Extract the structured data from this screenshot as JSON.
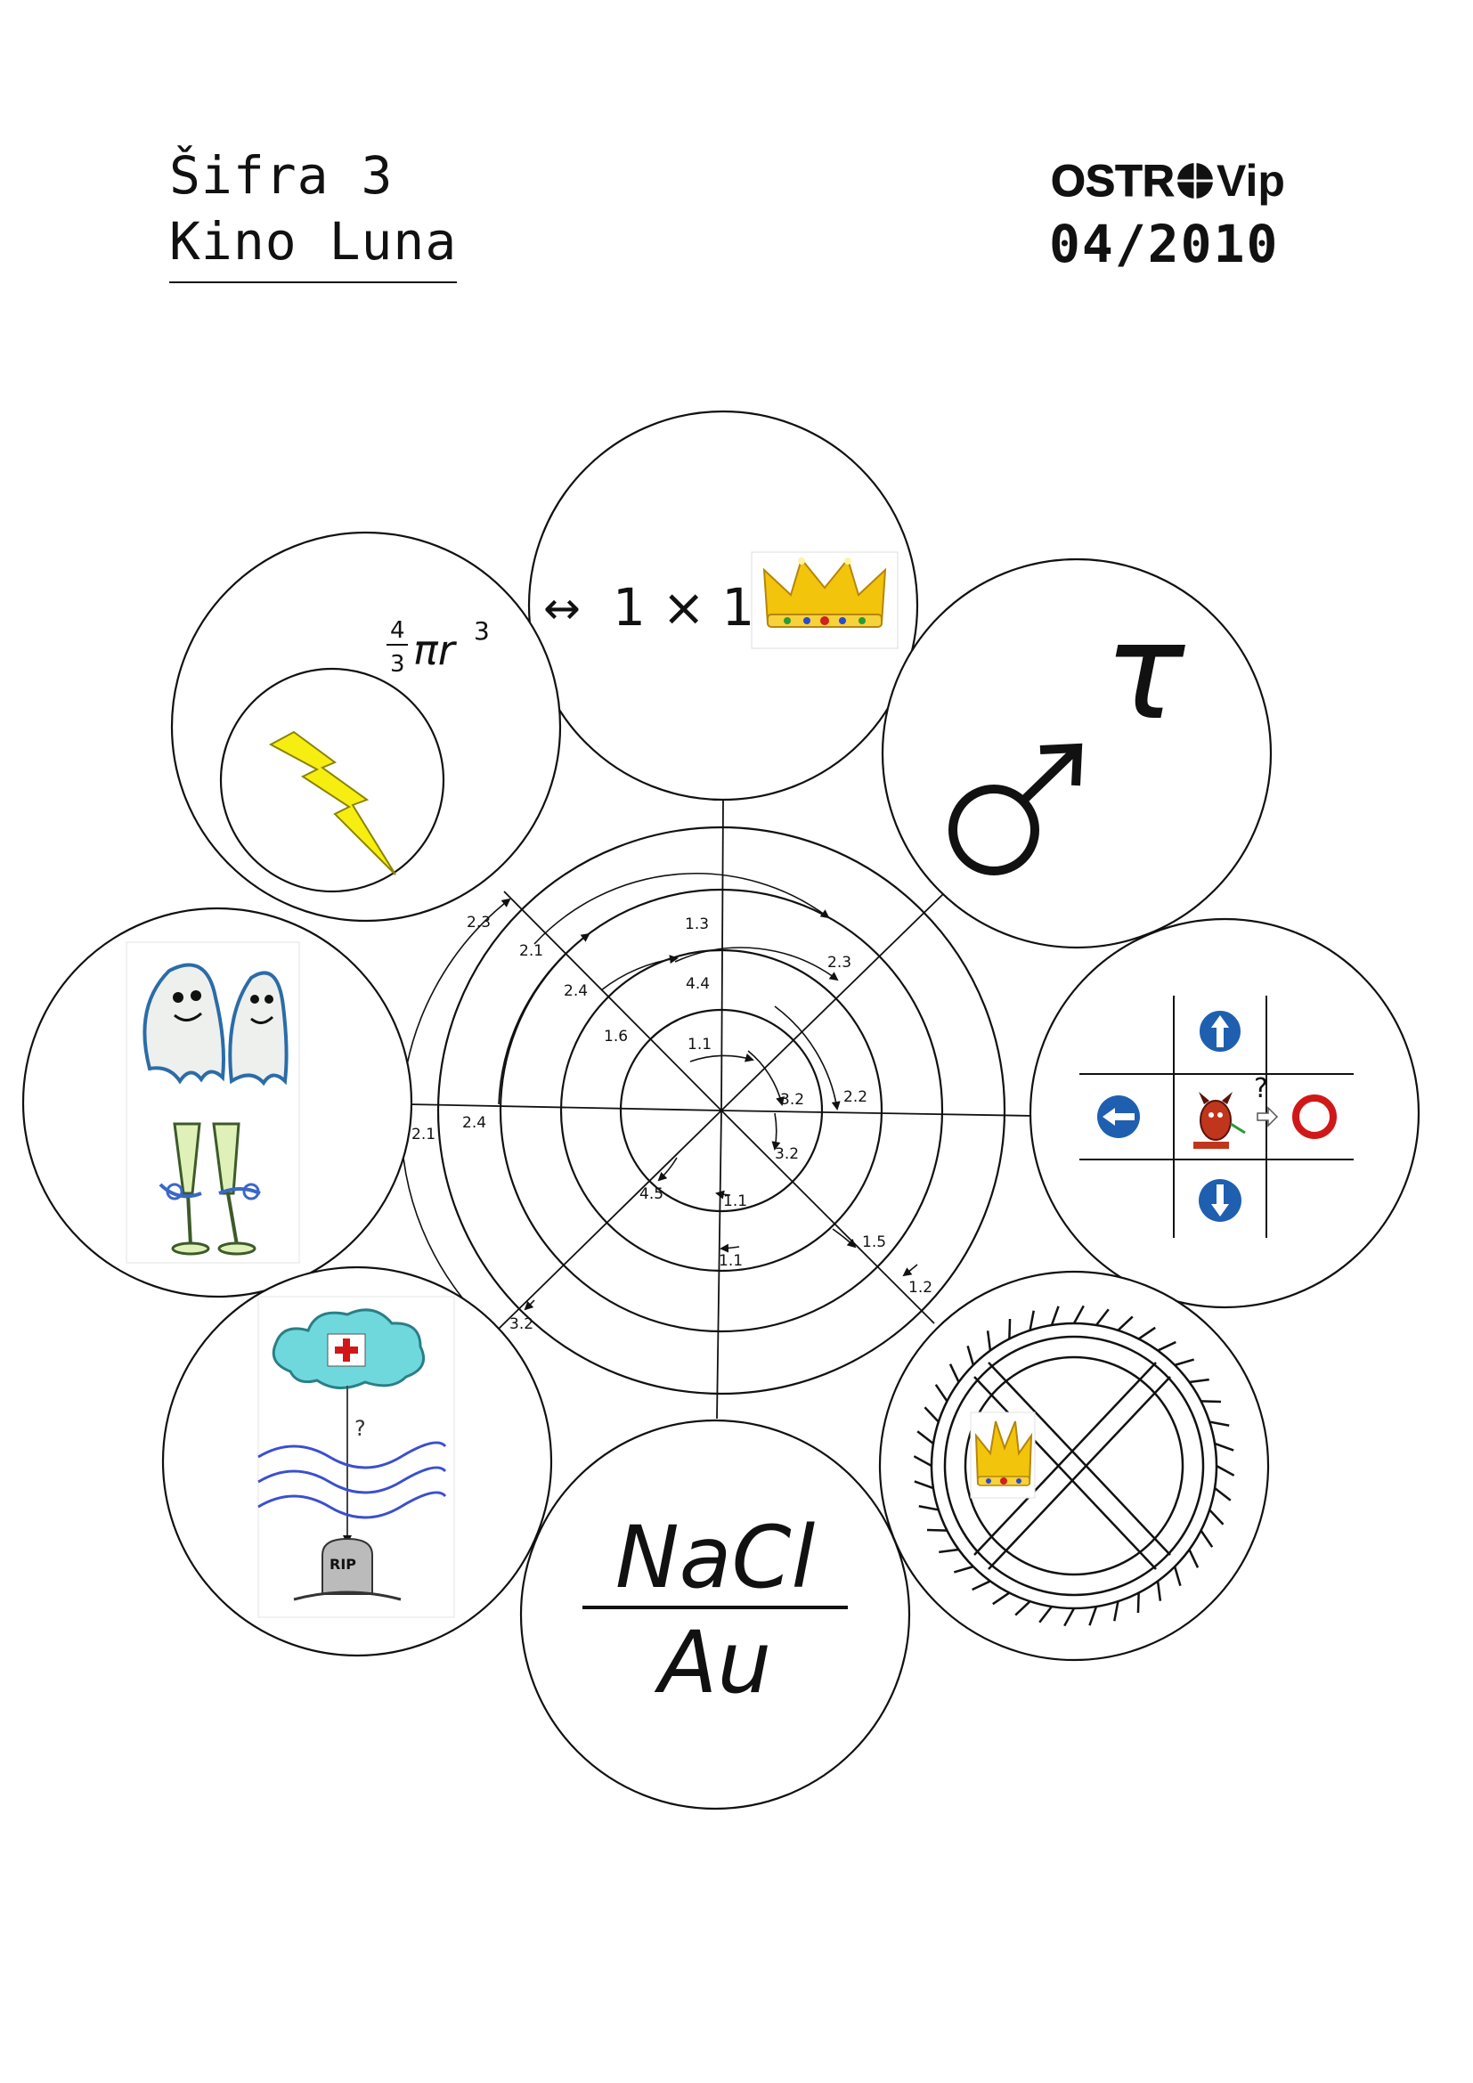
{
  "header": {
    "title_line1": "Šifra 3",
    "title_line2": "Kino Luna",
    "logo_text": "OSTROVip",
    "date_code": "04/2010"
  },
  "circles": {
    "top": {
      "arrow": "↔",
      "expr": "1 × 1",
      "icon": "crown-icon"
    },
    "top_left": {
      "formula_frac_num": "4",
      "formula_frac_den": "3",
      "formula_rest": "πr",
      "formula_exp": "3",
      "icon": "lightning-icon"
    },
    "top_right": {
      "symbol": "♂",
      "letter": "τ"
    },
    "left": {
      "icons": [
        "ghosts-icon",
        "champagne-glasses-icon"
      ]
    },
    "right": {
      "icons": [
        "arrow-up-sign-icon",
        "arrow-left-sign-icon",
        "devil-icon",
        "no-entry-sign-icon",
        "arrow-down-sign-icon"
      ],
      "question": "?"
    },
    "bottom_left": {
      "question": "?",
      "tomb_text": "RIP",
      "icons": [
        "cloud-red-cross-icon",
        "waves-icon",
        "tombstone-icon"
      ]
    },
    "bottom": {
      "numerator": "NaCl",
      "denominator": "Au"
    },
    "bottom_right": {
      "icon": "crown-icon"
    }
  },
  "arrow_labels": {
    "a1": "2.3",
    "a2": "2.1",
    "a3": "2.4",
    "a4": "1.6",
    "a5": "1.3",
    "a6": "4.4",
    "a7": "1.1",
    "a8": "2.3",
    "a9": "3.2",
    "a10": "2.2",
    "a11": "3.2",
    "a12": "2.1",
    "a13": "2.4",
    "a14": "4.5",
    "a15": "1.1",
    "a16": "1.1",
    "a17": "1.5",
    "a18": "1.2",
    "a19": "3.2"
  },
  "colors": {
    "sign_blue": "#1f5fb0",
    "no_entry_red": "#d01818",
    "lightning_yellow": "#f6ee10",
    "crown_gold": "#f2c40c",
    "cloud_cyan": "#6fd8dc",
    "wave_blue": "#3a4fd0"
  }
}
